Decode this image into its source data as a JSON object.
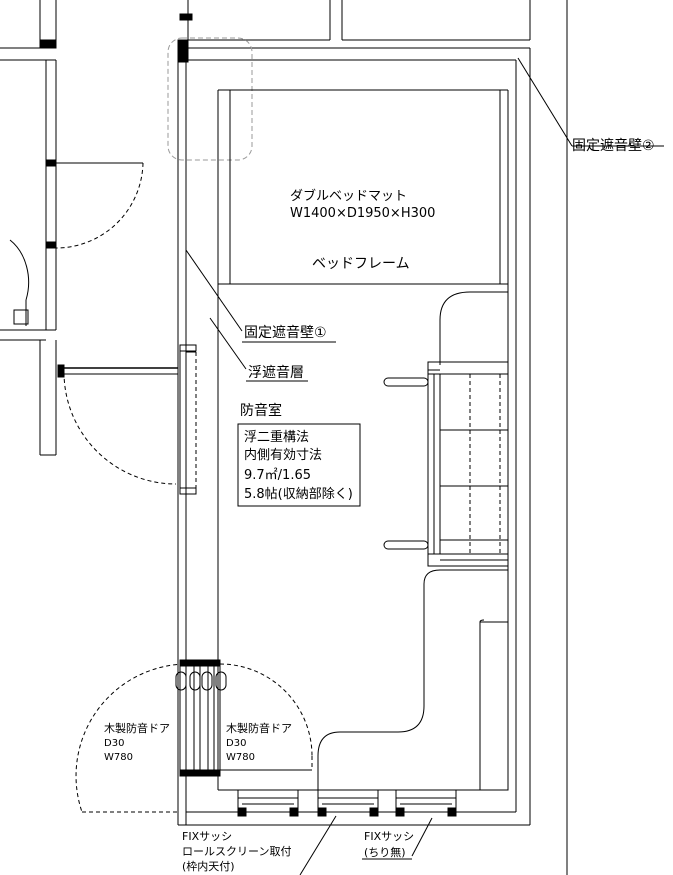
{
  "labels": {
    "wall2": "固定遮音壁②",
    "mattress_name": "ダブルベッドマット",
    "mattress_size": "W1400×D1950×H300",
    "bed_frame": "ベッドフレーム",
    "wall1": "固定遮音壁①",
    "floating_layer": "浮遮音層",
    "room_name": "防音室",
    "spec_method": "浮二重構法",
    "spec_dim": "内側有効寸法",
    "spec_area": "9.7㎡/1.65",
    "spec_tatami": "5.8帖(収納部除く)",
    "door_left_name": "木製防音ドア",
    "door_left_d": "D30",
    "door_left_w": "W780",
    "door_right_name": "木製防音ドア",
    "door_right_d": "D30",
    "door_right_w": "W780",
    "fix_left_1": "FIXサッシ",
    "fix_left_2": "ロールスクリーン取付",
    "fix_left_3": "(枠内天付)",
    "fix_right_1": "FIXサッシ",
    "fix_right_2": "(ちり無)"
  }
}
